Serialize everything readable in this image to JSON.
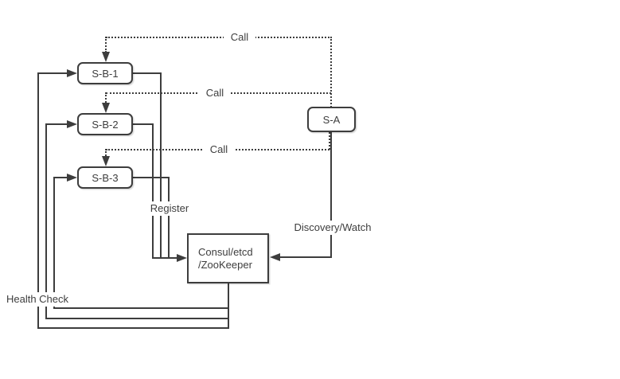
{
  "diagram": {
    "nodes": {
      "sb1": "S-B-1",
      "sb2": "S-B-2",
      "sb3": "S-B-3",
      "sa": "S-A",
      "registry_line1": "Consul/etcd",
      "registry_line2": "/ZooKeeper"
    },
    "labels": {
      "call1": "Call",
      "call2": "Call",
      "call3": "Call",
      "register": "Register",
      "discovery": "Discovery/Watch",
      "health_check": "Health Check"
    },
    "edges": [
      {
        "from": "S-A",
        "to": "S-B-1",
        "label": "Call",
        "style": "dotted"
      },
      {
        "from": "S-A",
        "to": "S-B-2",
        "label": "Call",
        "style": "dotted"
      },
      {
        "from": "S-A",
        "to": "S-B-3",
        "label": "Call",
        "style": "dotted"
      },
      {
        "from": "S-B-1",
        "to": "Consul/etcd/ZooKeeper",
        "label": "Register",
        "style": "solid"
      },
      {
        "from": "S-B-2",
        "to": "Consul/etcd/ZooKeeper",
        "label": "Register",
        "style": "solid"
      },
      {
        "from": "S-B-3",
        "to": "Consul/etcd/ZooKeeper",
        "label": "Register",
        "style": "solid"
      },
      {
        "from": "S-A",
        "to": "Consul/etcd/ZooKeeper",
        "label": "Discovery/Watch",
        "style": "solid"
      },
      {
        "from": "Consul/etcd/ZooKeeper",
        "to": "S-B-1",
        "label": "Health Check",
        "style": "solid"
      },
      {
        "from": "Consul/etcd/ZooKeeper",
        "to": "S-B-2",
        "label": "Health Check",
        "style": "solid"
      },
      {
        "from": "Consul/etcd/ZooKeeper",
        "to": "S-B-3",
        "label": "Health Check",
        "style": "solid"
      }
    ],
    "colors": {
      "line": "#3d3d3d",
      "text": "#3d3d3d",
      "node_fill": "#ffffff",
      "background": "#ffffff"
    }
  }
}
